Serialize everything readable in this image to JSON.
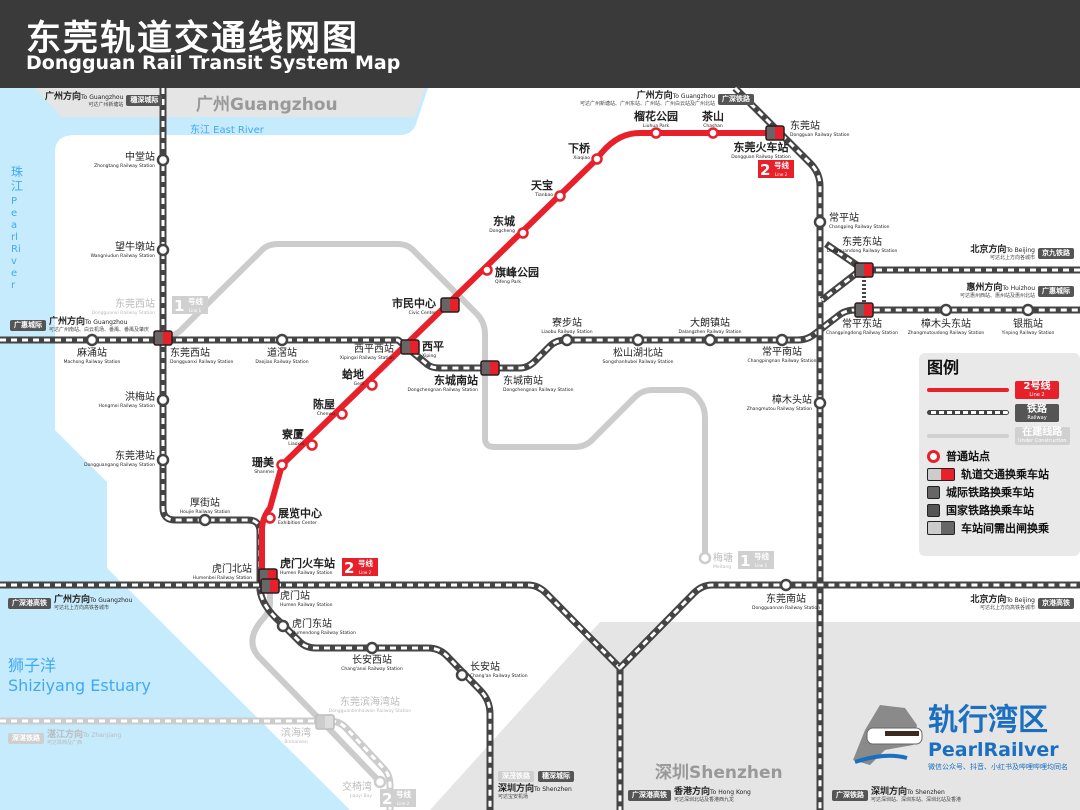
{
  "header": {
    "title": "东莞轨道交通线网图",
    "subtitle": "Dongguan Rail Transit System Map"
  },
  "regions": {
    "guangzhou": "广州Guangzhou",
    "shenzhen": "深圳Shenzhen",
    "east_river": "东江 East River",
    "pearl_river_zh": "珠江",
    "pearl_river_en": "Pearl River",
    "estuary_zh": "狮子洋",
    "estuary_en": "Shiziyang Estuary"
  },
  "colors": {
    "line2": "#e8202a",
    "rail": "#444444",
    "construction": "#cccccc",
    "water": "#c6ebfd",
    "land_gray": "#e5e5e5",
    "logo_blue": "#1a6fc0"
  },
  "stations": {
    "humen": {
      "zh": "虎门火车站",
      "en": "Humen Railway Station"
    },
    "exhibition": {
      "zh": "展览中心",
      "en": "Exhibition Center"
    },
    "shanmei": {
      "zh": "珊美",
      "en": "Shanmei"
    },
    "liaoxia": {
      "zh": "寮厦",
      "en": "Liaoxia"
    },
    "chenwu": {
      "zh": "陈屋",
      "en": "Chenwu"
    },
    "gedi": {
      "zh": "蛤地",
      "en": "Gedi"
    },
    "xiping": {
      "zh": "西平",
      "en": "Xiping"
    },
    "civic": {
      "zh": "市民中心",
      "en": "Civic Center"
    },
    "qifeng": {
      "zh": "旗峰公园",
      "en": "Qifeng Park"
    },
    "dongcheng": {
      "zh": "东城",
      "en": "Dongcheng"
    },
    "tianbao": {
      "zh": "天宝",
      "en": "Tianbao"
    },
    "xiaqiao": {
      "zh": "下桥",
      "en": "Xiaqiao"
    },
    "liuhua": {
      "zh": "榴花公园",
      "en": "Liuhua Park"
    },
    "chashan": {
      "zh": "茶山",
      "en": "Chashan"
    },
    "dongguan_l2": {
      "zh": "东莞火车站",
      "en": "Dongguan Railway Station"
    },
    "dongchengnan_l2": {
      "zh": "东城南站",
      "en": "Dongchengnan Railway Station"
    },
    "dongguan_rail": {
      "zh": "东莞站",
      "en": "Dongguan Railway Station"
    },
    "zhongtang": {
      "zh": "中堂站",
      "en": "Zhongtang Railway Station"
    },
    "wangniudun": {
      "zh": "望牛墩站",
      "en": "Wangniudun Railway Station"
    },
    "dongguanxi": {
      "zh": "东莞西站",
      "en": "Dongguanxi Railway Station"
    },
    "machong": {
      "zh": "麻涌站",
      "en": "Machong Railway Station"
    },
    "daojiao": {
      "zh": "道滘站",
      "en": "Daojiao Railway Station"
    },
    "xipingxi": {
      "zh": "西平西站",
      "en": "Xipingxi Railway Station"
    },
    "hongmei": {
      "zh": "洪梅站",
      "en": "Hongmei Railway Station"
    },
    "dongguangang": {
      "zh": "东莞港站",
      "en": "Dongguangang Railway Station"
    },
    "houjie": {
      "zh": "厚街站",
      "en": "Houjie Railway Station"
    },
    "humenbei": {
      "zh": "虎门北站",
      "en": "Humenbei Railway Station"
    },
    "humen_rail": {
      "zh": "虎门站",
      "en": "Humen Railway Station"
    },
    "humendong": {
      "zh": "虎门东站",
      "en": "Humendong Railway Station"
    },
    "changanxi": {
      "zh": "长安西站",
      "en": "Chang'anxi Railway Station"
    },
    "changan": {
      "zh": "长安站",
      "en": "Chang'an Railway Station"
    },
    "liaobu": {
      "zh": "寮步站",
      "en": "Liaobu Railway Station"
    },
    "songshanhubei": {
      "zh": "松山湖北站",
      "en": "Songshanhubei Railway Station"
    },
    "dalangzhen": {
      "zh": "大朗镇站",
      "en": "Dalangzhen Railway Station"
    },
    "changpingnan": {
      "zh": "常平南站",
      "en": "Changpingnan Railway Station"
    },
    "dongchengnan_rail": {
      "zh": "东城南站",
      "en": "Dongchengnan Railway Station"
    },
    "zhangmutou": {
      "zh": "樟木头站",
      "en": "Zhangmutou Railway Station"
    },
    "dongguannan": {
      "zh": "东莞南站",
      "en": "Dongguannan Railway Station"
    },
    "changping": {
      "zh": "常平站",
      "en": "Changping Railway Station"
    },
    "dongguandong": {
      "zh": "东莞东站",
      "en": "Dongguandong Railway Station"
    },
    "changpingdong": {
      "zh": "常平东站",
      "en": "Changpingdong Railway Station"
    },
    "zhangmutoudong": {
      "zh": "樟木头东站",
      "en": "Zhangmutoudong Railway Station"
    },
    "yinping": {
      "zh": "银瓶站",
      "en": "Yinping Railway Station"
    },
    "dongguanxi_l1": {
      "zh": "东莞西站",
      "en": "Dongguanxi Railway Station"
    },
    "meitang": {
      "zh": "梅塘",
      "en": "Meitang"
    },
    "binhaiwan_rail": {
      "zh": "东莞滨海湾站",
      "en": "Dongguanbinhaiwan Railway Station"
    },
    "binhaiwan": {
      "zh": "滨海湾",
      "en": "Binhaiwan"
    },
    "jiaoyi": {
      "zh": "交椅湾",
      "en": "Jiaoyi Bay"
    }
  },
  "line_badges": {
    "line2": {
      "num": "2",
      "zh": "号线",
      "en": "Line 2"
    },
    "line1": {
      "num": "1",
      "zh": "号线",
      "en": "Line 1"
    }
  },
  "directions": [
    {
      "badge": "穗深城际",
      "zh": "广州方向",
      "en": "To Guangzhou",
      "note": "可达广州新塘站"
    },
    {
      "badge": "广深铁路",
      "zh": "广州方向",
      "en": "To Guangzhou",
      "note": "可达广州新塘站、广州东站、广州站、广州白云站及广州北站"
    },
    {
      "badge": "广惠城际",
      "zh": "广州方向",
      "en": "To Guangzhou",
      "note": "可达广州南站、白云机场、番禺、番禺及肇庆"
    },
    {
      "badge": "京九铁路",
      "zh": "北京方向",
      "en": "To Beijing",
      "note": "可达北上方向各城市"
    },
    {
      "badge": "广惠城际",
      "zh": "惠州方向",
      "en": "To Huizhou",
      "note": "可达惠州西站、惠州站及惠州北站"
    },
    {
      "badge": "广深港高铁",
      "zh": "广州方向",
      "en": "To Guangzhou",
      "note": "可达北上方向高铁各城市"
    },
    {
      "badge": "京港高铁",
      "zh": "北京方向",
      "en": "To Beijing",
      "note": "可达北上方向高铁各城市"
    },
    {
      "badge": "深湛铁路",
      "zh": "湛江方向",
      "en": "To Zhanjiang",
      "note": "可达珠西及广西"
    },
    {
      "badge": "穗深城际",
      "badge2": "深茂铁路",
      "zh": "深圳方向",
      "en": "To Shenzhen",
      "note": "可达宝安机场"
    },
    {
      "badge": "广深港高铁",
      "zh": "香港方向",
      "en": "To Hong Kong",
      "note": "可达深圳北站及香港西九龙"
    },
    {
      "badge": "广深铁路",
      "zh": "深圳方向",
      "en": "To Shenzhen",
      "note": "可达深圳站、深圳东站、深圳北站及香港"
    }
  ],
  "legend": {
    "title": "图例",
    "line2": "2号线",
    "line2_en": "Line 2",
    "railway": "铁路",
    "railway_en": "Railway",
    "construction": "在建线路",
    "construction_en": "Under Construction",
    "station": "普通站点",
    "metro_interchange": "轨道交通换乘车站",
    "intercity_interchange": "城际铁路换乘车站",
    "national_interchange": "国家铁路换乘车站",
    "out_of_gate": "车站间需出闸换乘"
  },
  "logo": {
    "zh": "轨行湾区",
    "en": "PearlRailver",
    "note": "微信公众号、抖音、小红书及哔哩哔哩均同名"
  }
}
